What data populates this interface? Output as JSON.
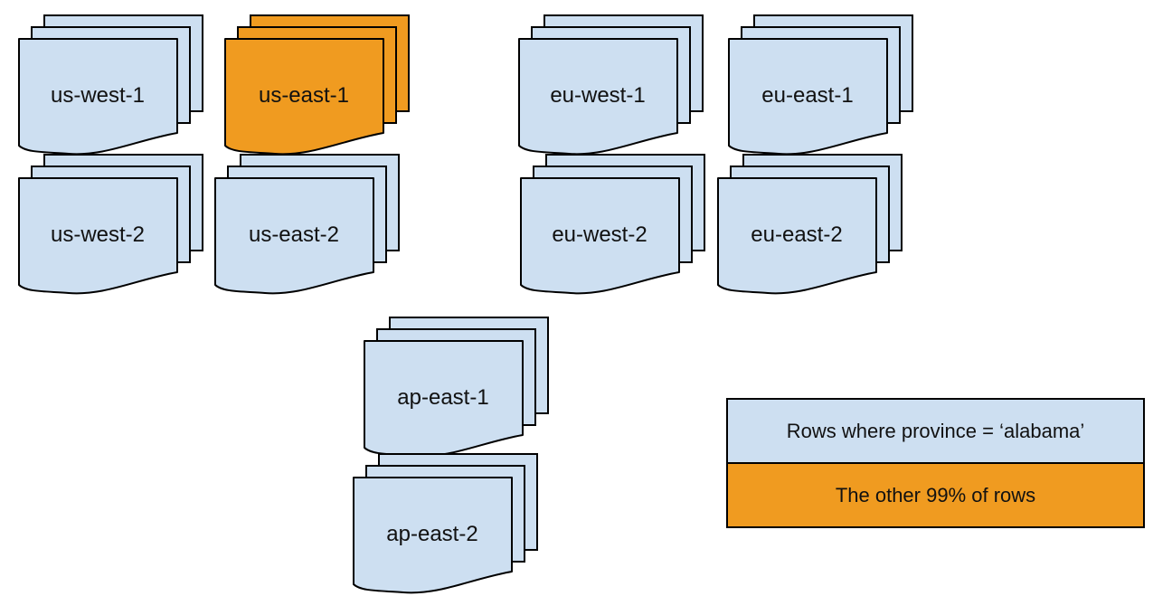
{
  "diagram": {
    "regions": [
      {
        "id": "us-west-1",
        "label": "us-west-1",
        "fill": "blue"
      },
      {
        "id": "us-east-1",
        "label": "us-east-1",
        "fill": "orange"
      },
      {
        "id": "eu-west-1",
        "label": "eu-west-1",
        "fill": "blue"
      },
      {
        "id": "eu-east-1",
        "label": "eu-east-1",
        "fill": "blue"
      },
      {
        "id": "us-west-2",
        "label": "us-west-2",
        "fill": "blue"
      },
      {
        "id": "us-east-2",
        "label": "us-east-2",
        "fill": "blue"
      },
      {
        "id": "eu-west-2",
        "label": "eu-west-2",
        "fill": "blue"
      },
      {
        "id": "eu-east-2",
        "label": "eu-east-2",
        "fill": "blue"
      },
      {
        "id": "ap-east-1",
        "label": "ap-east-1",
        "fill": "blue"
      },
      {
        "id": "ap-east-2",
        "label": "ap-east-2",
        "fill": "blue"
      }
    ],
    "legend": {
      "items": [
        {
          "label": "Rows where province = ‘alabama’",
          "fill": "blue"
        },
        {
          "label": "The other 99% of rows",
          "fill": "orange"
        }
      ]
    },
    "colors": {
      "blue": "#cddff1",
      "orange": "#f09b20",
      "stroke": "#000000",
      "background": "#ffffff"
    }
  }
}
